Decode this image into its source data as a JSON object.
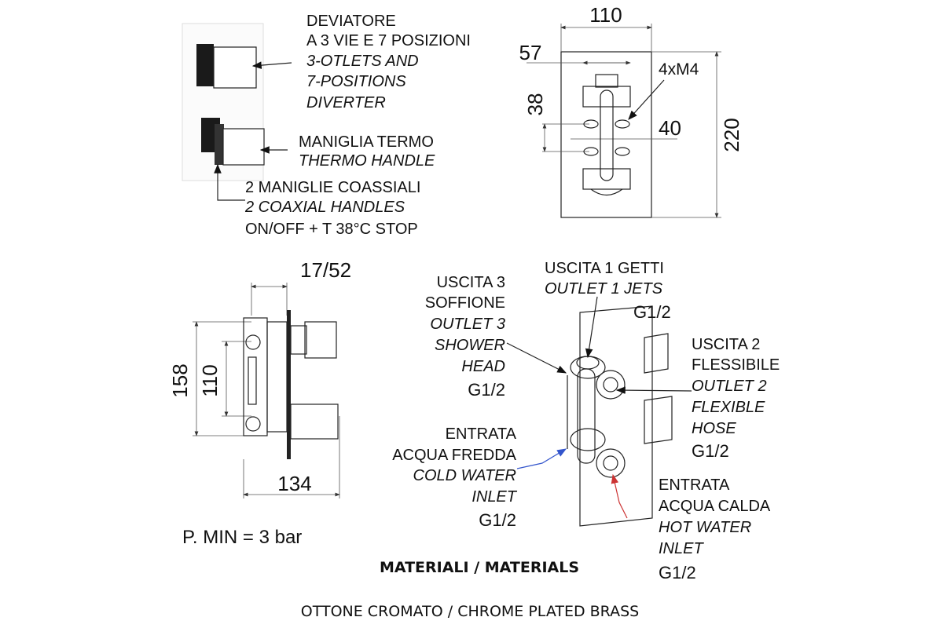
{
  "front_view": {
    "diverter": [
      "DEVIATORE",
      "A 3 VIE E 7 POSIZIONI",
      "3-OTLETS AND",
      "7-POSITIONS",
      "DIVERTER"
    ],
    "thermo": [
      "MANIGLIA TERMO",
      "THERMO HANDLE"
    ],
    "coaxial": [
      "2 MANIGLIE COASSIALI",
      "2 COAXIAL HANDLES",
      "ON/OFF + T 38°C STOP"
    ]
  },
  "plate_dims": {
    "width": "110",
    "spacing": "57",
    "vertical": "38",
    "screws": "4xM4",
    "horizontal": "40",
    "height": "220"
  },
  "side_dims": {
    "depth": "17/52",
    "height_outer": "158",
    "height_inner": "110",
    "length": "134"
  },
  "pressure": "P. MIN = 3 bar",
  "outlets": {
    "outlet1": [
      "USCITA 1 GETTI",
      "OUTLET 1 JETS",
      "G1/2"
    ],
    "outlet3": [
      "USCITA 3",
      "SOFFIONE",
      "OUTLET 3",
      "SHOWER",
      "HEAD",
      "G1/2"
    ],
    "outlet2": [
      "USCITA 2",
      "FLESSIBILE",
      "OUTLET 2",
      "FLEXIBLE",
      "HOSE",
      "G1/2"
    ],
    "cold": [
      "ENTRATA",
      "ACQUA FREDDA",
      "COLD WATER",
      "INLET",
      "G1/2"
    ],
    "hot": [
      "ENTRATA",
      "ACQUA CALDA",
      "HOT WATER",
      "INLET",
      "G1/2"
    ]
  },
  "materials": {
    "heading": "MATERIALI / MATERIALS",
    "value": "OTTONE CROMATO / CHROME PLATED BRASS"
  },
  "colors": {
    "cold_arrow": "#3355cc",
    "hot_arrow": "#cc3333"
  }
}
